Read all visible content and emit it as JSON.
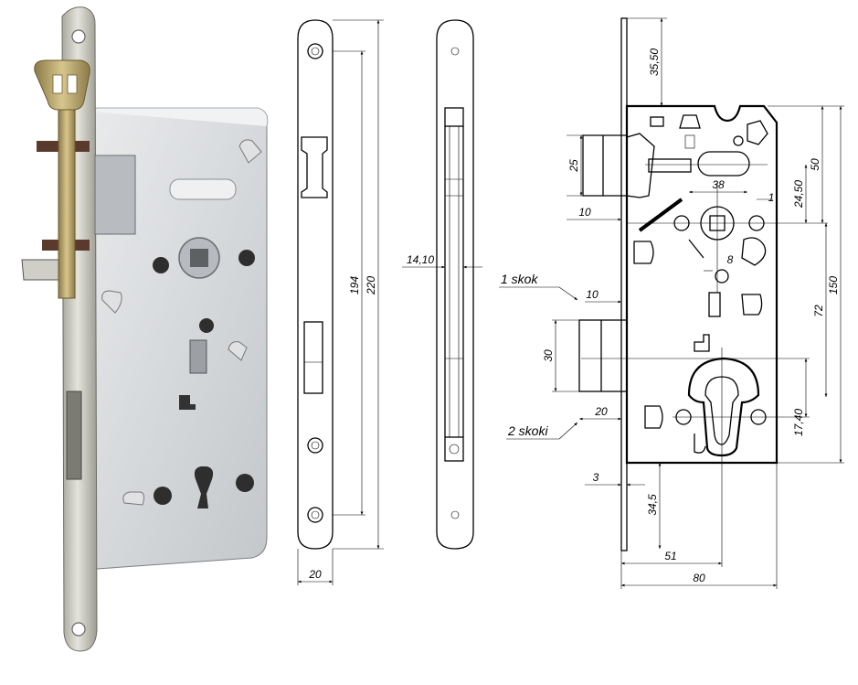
{
  "front_view": {
    "dims": {
      "width": "20",
      "screw_spacing": "194",
      "total_height": "220"
    }
  },
  "side_view": {
    "dims": {
      "thickness": "14,10"
    }
  },
  "main_view": {
    "dims": {
      "top_offset": "35,50",
      "latch_height": "25",
      "latch_projection": "10",
      "spindle_axis": "50",
      "offset_2450": "24,50",
      "spindle_width": "38",
      "small_1": "1",
      "square_8": "8",
      "deadbolt_projection": "10",
      "deadbolt_height": "30",
      "deadbolt_depth": "20",
      "spacing_72": "72",
      "case_height": "150",
      "cylinder_offset": "17,40",
      "faceplate_thickness": "3",
      "bottom_offset": "34,5",
      "backset": "51",
      "case_depth": "80"
    },
    "labels": {
      "one_throw": "1 skok",
      "two_throws": "2 skoki"
    }
  },
  "colors": {
    "plate": "#c9c9c4",
    "case": "#d8dadb",
    "brown": "#5a3a2c",
    "key": "#b8a26a"
  }
}
